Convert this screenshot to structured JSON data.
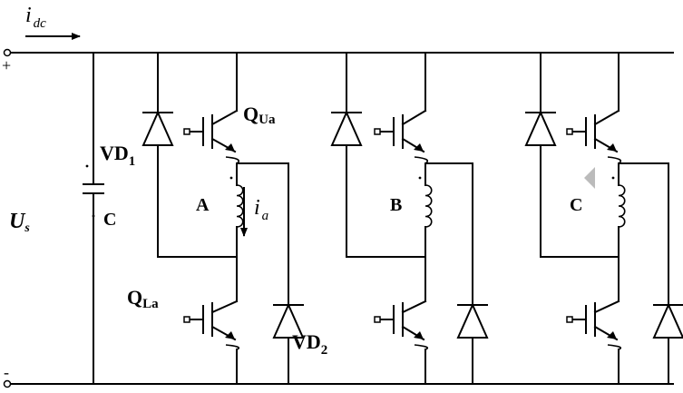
{
  "dc_current": {
    "symbol": "i",
    "subscript": "dc"
  },
  "polarity": {
    "plus": "+",
    "minus": "-"
  },
  "source_voltage": {
    "symbol": "U",
    "subscript": "s"
  },
  "capacitor_label": "C",
  "phase_current": {
    "symbol": "i",
    "subscript": "a"
  },
  "phases": [
    {
      "node_label": "A"
    },
    {
      "node_label": "B"
    },
    {
      "node_label": "C"
    }
  ],
  "labels": {
    "upper_switch": {
      "main": "Q",
      "sub": "Ua"
    },
    "lower_switch": {
      "main": "Q",
      "sub": "La"
    },
    "upper_diode": {
      "main": "VD",
      "sub": "1"
    },
    "lower_diode": {
      "main": "VD",
      "sub": "2"
    }
  },
  "diagram_info": {
    "type": "asymmetric half-bridge converter",
    "phase_count": 3,
    "icons": [
      "igbt-icon",
      "diode-icon",
      "inductor-icon",
      "capacitor-icon",
      "terminal-icon",
      "arrow-icon"
    ]
  }
}
